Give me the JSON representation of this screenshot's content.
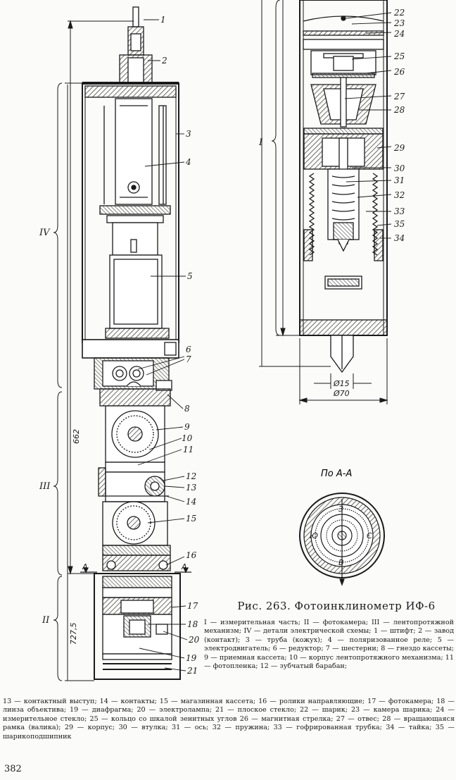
{
  "figure": {
    "caption": "Рис. 263. Фотоинклинометр ИФ-6",
    "section_label": "По А-А",
    "dimensions": {
      "total": "662",
      "lower": "727,5",
      "diameter_small": "Ø15",
      "diameter_large": "Ø70"
    },
    "section_marks": [
      "А",
      "А"
    ],
    "roman_labels": [
      "IV",
      "III",
      "II",
      "I"
    ],
    "part_numbers_left": [
      "1",
      "2",
      "3",
      "4",
      "5",
      "6",
      "7",
      "8",
      "9",
      "10",
      "11",
      "12",
      "13",
      "14",
      "15",
      "16",
      "17",
      "18",
      "20",
      "19",
      "21"
    ],
    "part_numbers_right": [
      "22",
      "23",
      "24",
      "25",
      "26",
      "27",
      "28",
      "29",
      "30",
      "31",
      "32",
      "33",
      "35",
      "34"
    ],
    "scale_letters": [
      "З",
      "С",
      "Ю",
      "В"
    ]
  },
  "legend": {
    "right_block": "I — измерительная часть; II — фотокамера; III — лентопротяжной механизм; IV — детали электрической схемы; 1 — штифт; 2 — завод (контакт); 3 — труба (кожух); 4 — поляризованное реле; 5 — электродвигатель; 6 — редуктор; 7 — шестерни; 8 — гнездо кассеты; 9 — приемная кассета; 10 — корпус лентопротяжного механизма; 11 — фотопленка; 12 — зубчатый барабан;",
    "full_block": "13 — контактный выступ; 14 — контакты; 15 — магазинная кассета; 16 — ролики направляющие; 17 — фотокамера; 18 — линза объектива; 19 — диафрагма; 20 — электролампа; 21 — плоское стекло; 22 — шарик; 23 — камера шарика; 24 — измерительное стекло; 25 — кольцо со шкалой зенитных углов 26 — магнитная стрелка; 27 — отвес; 28 — вращающаяся рамка (валика); 29 — корпус; 30 — втулка; 31 — ось; 32 — пружина; 33 — гофрированная трубка; 34 — тайка; 35 — шарикоподшипник"
  },
  "page_number": "382"
}
